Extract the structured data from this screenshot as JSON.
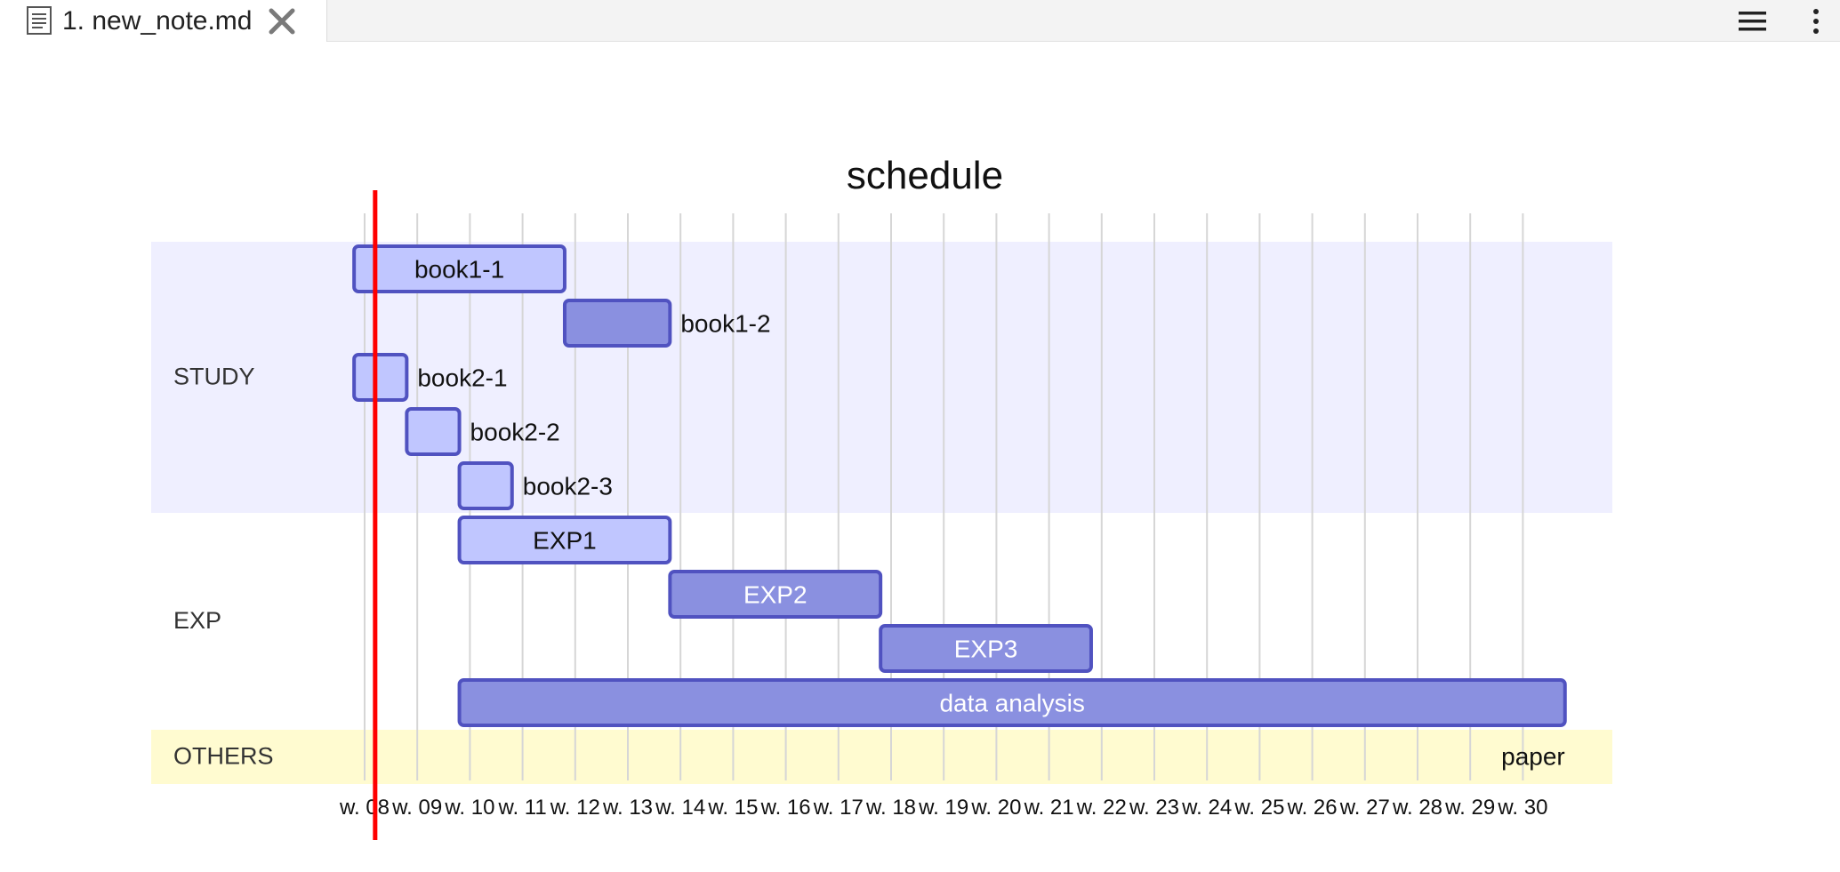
{
  "tab": {
    "title": "1. new_note.md",
    "icon": "document-icon",
    "close_icon": "close-icon"
  },
  "toolbar": {
    "menu_icon": "hamburger-menu-icon",
    "more_icon": "more-vertical-icon"
  },
  "colors": {
    "study_band": "#efefff",
    "others_band": "#fffbd0",
    "task_light": "#c0c6ff",
    "task_active": "#8a90e0",
    "task_border": "#5052c0",
    "today_marker": "#ff0000",
    "grid": "#d6d6d6"
  },
  "chart_data": {
    "type": "gantt",
    "title": "schedule",
    "x_unit": "week",
    "x_ticks": [
      8,
      9,
      10,
      11,
      12,
      13,
      14,
      15,
      16,
      17,
      18,
      19,
      20,
      21,
      22,
      23,
      24,
      25,
      26,
      27,
      28,
      29,
      30
    ],
    "x_tick_labels": [
      "w. 08",
      "w. 09",
      "w. 10",
      "w. 11",
      "w. 12",
      "w. 13",
      "w. 14",
      "w. 15",
      "w. 16",
      "w. 17",
      "w. 18",
      "w. 19",
      "w. 20",
      "w. 21",
      "w. 22",
      "w. 23",
      "w. 24",
      "w. 25",
      "w. 26",
      "w. 27",
      "w. 28",
      "w. 29",
      "w. 30"
    ],
    "today": 8.2,
    "sections": [
      {
        "name": "STUDY",
        "band": "study",
        "tasks": [
          {
            "label": "book1-1",
            "start": 7.8,
            "end": 11.8,
            "status": "done"
          },
          {
            "label": "book1-2",
            "start": 11.8,
            "end": 13.8,
            "status": "active"
          },
          {
            "label": "book2-1",
            "start": 7.8,
            "end": 8.8,
            "status": "done"
          },
          {
            "label": "book2-2",
            "start": 8.8,
            "end": 9.8,
            "status": "done"
          },
          {
            "label": "book2-3",
            "start": 9.8,
            "end": 10.8,
            "status": "done"
          }
        ]
      },
      {
        "name": "EXP",
        "band": "none",
        "tasks": [
          {
            "label": "EXP1",
            "start": 9.8,
            "end": 13.8,
            "status": "done"
          },
          {
            "label": "EXP2",
            "start": 13.8,
            "end": 17.8,
            "status": "active"
          },
          {
            "label": "EXP3",
            "start": 17.8,
            "end": 21.8,
            "status": "active"
          },
          {
            "label": "data analysis",
            "start": 9.8,
            "end": 30.8,
            "status": "active"
          }
        ]
      },
      {
        "name": "OTHERS",
        "band": "others",
        "tasks": [
          {
            "label": "paper",
            "start": 30.8,
            "end": 30.8,
            "status": "milestone"
          }
        ]
      }
    ]
  }
}
